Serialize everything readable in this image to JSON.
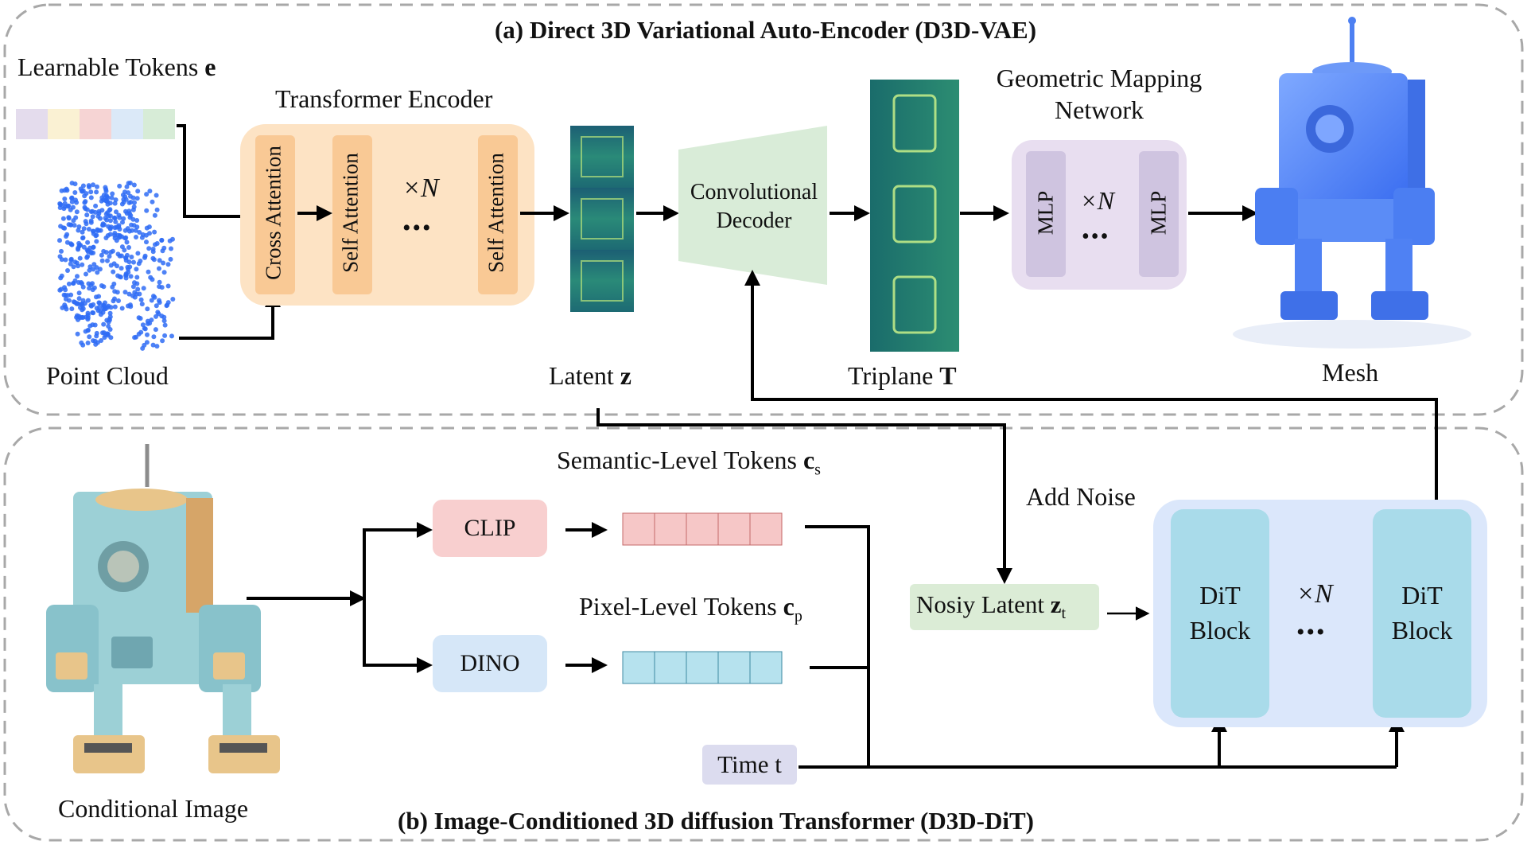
{
  "panel_a": {
    "title": "(a) Direct 3D Variational Auto-Encoder (D3D-VAE)",
    "learnable_tokens": "Learnable Tokens",
    "learnable_tokens_symbol": "e",
    "point_cloud": "Point Cloud",
    "transformer_encoder": "Transformer Encoder",
    "cross_attention": "Cross Attention",
    "self_attention": "Self Attention",
    "repeat": "×N",
    "ellipsis": "•••",
    "latent": "Latent",
    "latent_symbol": "z",
    "conv_decoder_line1": "Convolutional",
    "conv_decoder_line2": "Decoder",
    "triplane": "Triplane",
    "triplane_symbol": "T",
    "geo_mapping_line1": "Geometric Mapping",
    "geo_mapping_line2": "Network",
    "mlp": "MLP",
    "mesh": "Mesh"
  },
  "panel_b": {
    "title": "(b) Image-Conditioned 3D diffusion Transformer (D3D-DiT)",
    "conditional_image": "Conditional Image",
    "clip": "CLIP",
    "dino": "DINO",
    "semantic_tokens": "Semantic-Level Tokens",
    "semantic_symbol": "c",
    "semantic_sub": "s",
    "pixel_tokens": "Pixel-Level Tokens",
    "pixel_symbol": "c",
    "pixel_sub": "p",
    "add_noise": "Add Noise",
    "noisy_latent": "Nosiy Latent",
    "noisy_symbol": "z",
    "noisy_sub": "t",
    "dit_block_line1": "DiT",
    "dit_block_line2": "Block",
    "time": "Time t"
  },
  "colors": {
    "encoder_bg": "#fde3c4",
    "encoder_inner": "#f9c995",
    "decoder": "#d9ecd8",
    "mlp_bg": "#e8def0",
    "mlp_inner": "#cfc4e0",
    "clip": "#f8cfcf",
    "dino": "#d6e7f8",
    "noisy_latent": "#dbecd6",
    "dit_bg": "#dbe7fb",
    "dit_inner": "#a9dbea",
    "time": "#dcdcef",
    "token_red": "#f6c7c7",
    "token_cyan": "#b6e2ee",
    "point_cloud": "#2f6cf5",
    "mesh_blue": "#5c8ff7",
    "robot_teal": "#9cd0d6",
    "robot_tan": "#e8c58a",
    "feature_map": "#1f6f6a"
  },
  "learnable_token_colors": [
    "#e4dced",
    "#faf1d3",
    "#f6d4d4",
    "#dbe9f8",
    "#d7ecd7"
  ]
}
